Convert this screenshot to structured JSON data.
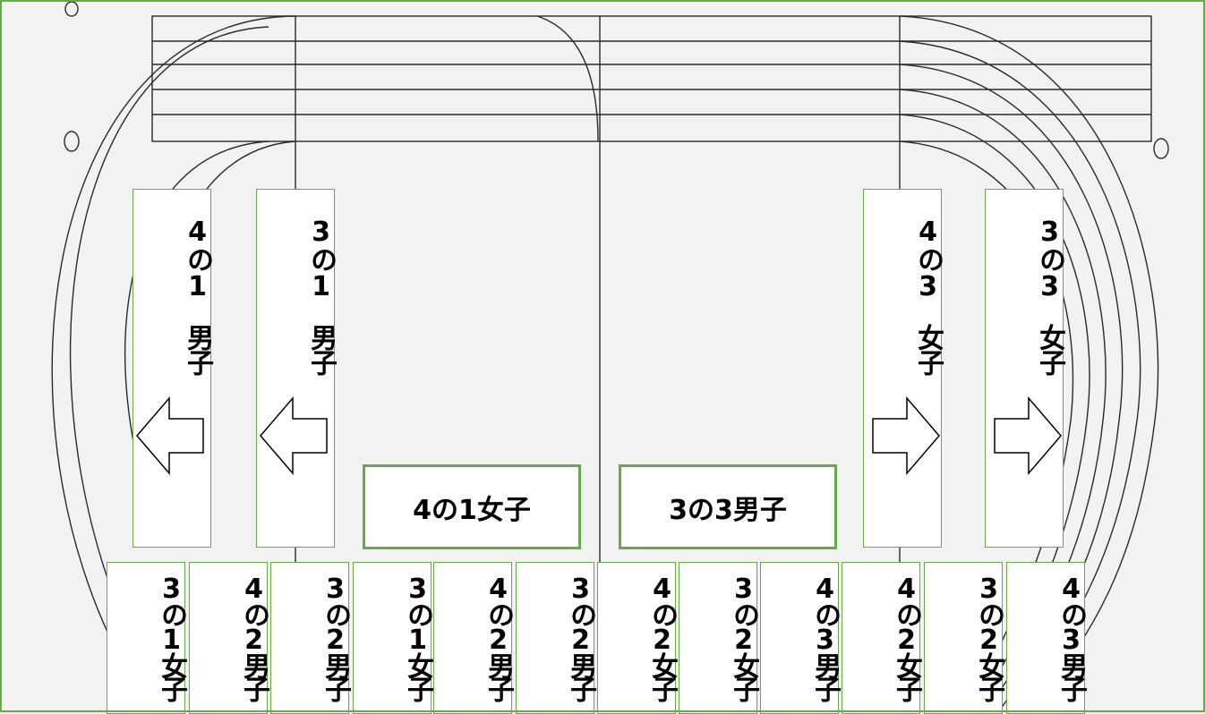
{
  "side_groups": [
    {
      "id": "g41m",
      "line1": "4の1",
      "line2": "男子",
      "arrow": "left-arrow"
    },
    {
      "id": "g31m",
      "line1": "3の1",
      "line2": "男子",
      "arrow": "left-arrow"
    },
    {
      "id": "g43f",
      "line1": "4の3",
      "line2": "女子",
      "arrow": "right-arrow"
    },
    {
      "id": "g33f",
      "line1": "3の3",
      "line2": "女子",
      "arrow": "right-arrow"
    }
  ],
  "center_groups": [
    "4の1女子",
    "3の3男子"
  ],
  "bottom_groups": [
    "3の1女子",
    "4の2男子",
    "3の2男子",
    "3の1女子",
    "4の2男子",
    "3の2男子",
    "4の2女子",
    "3の2女子",
    "4の3男子",
    "4の2女子",
    "3の2女子",
    "4の3男子"
  ],
  "colors": {
    "frame": "#6aa84f",
    "track_line": "#2a2a2a",
    "background": "#f2f2f0"
  }
}
